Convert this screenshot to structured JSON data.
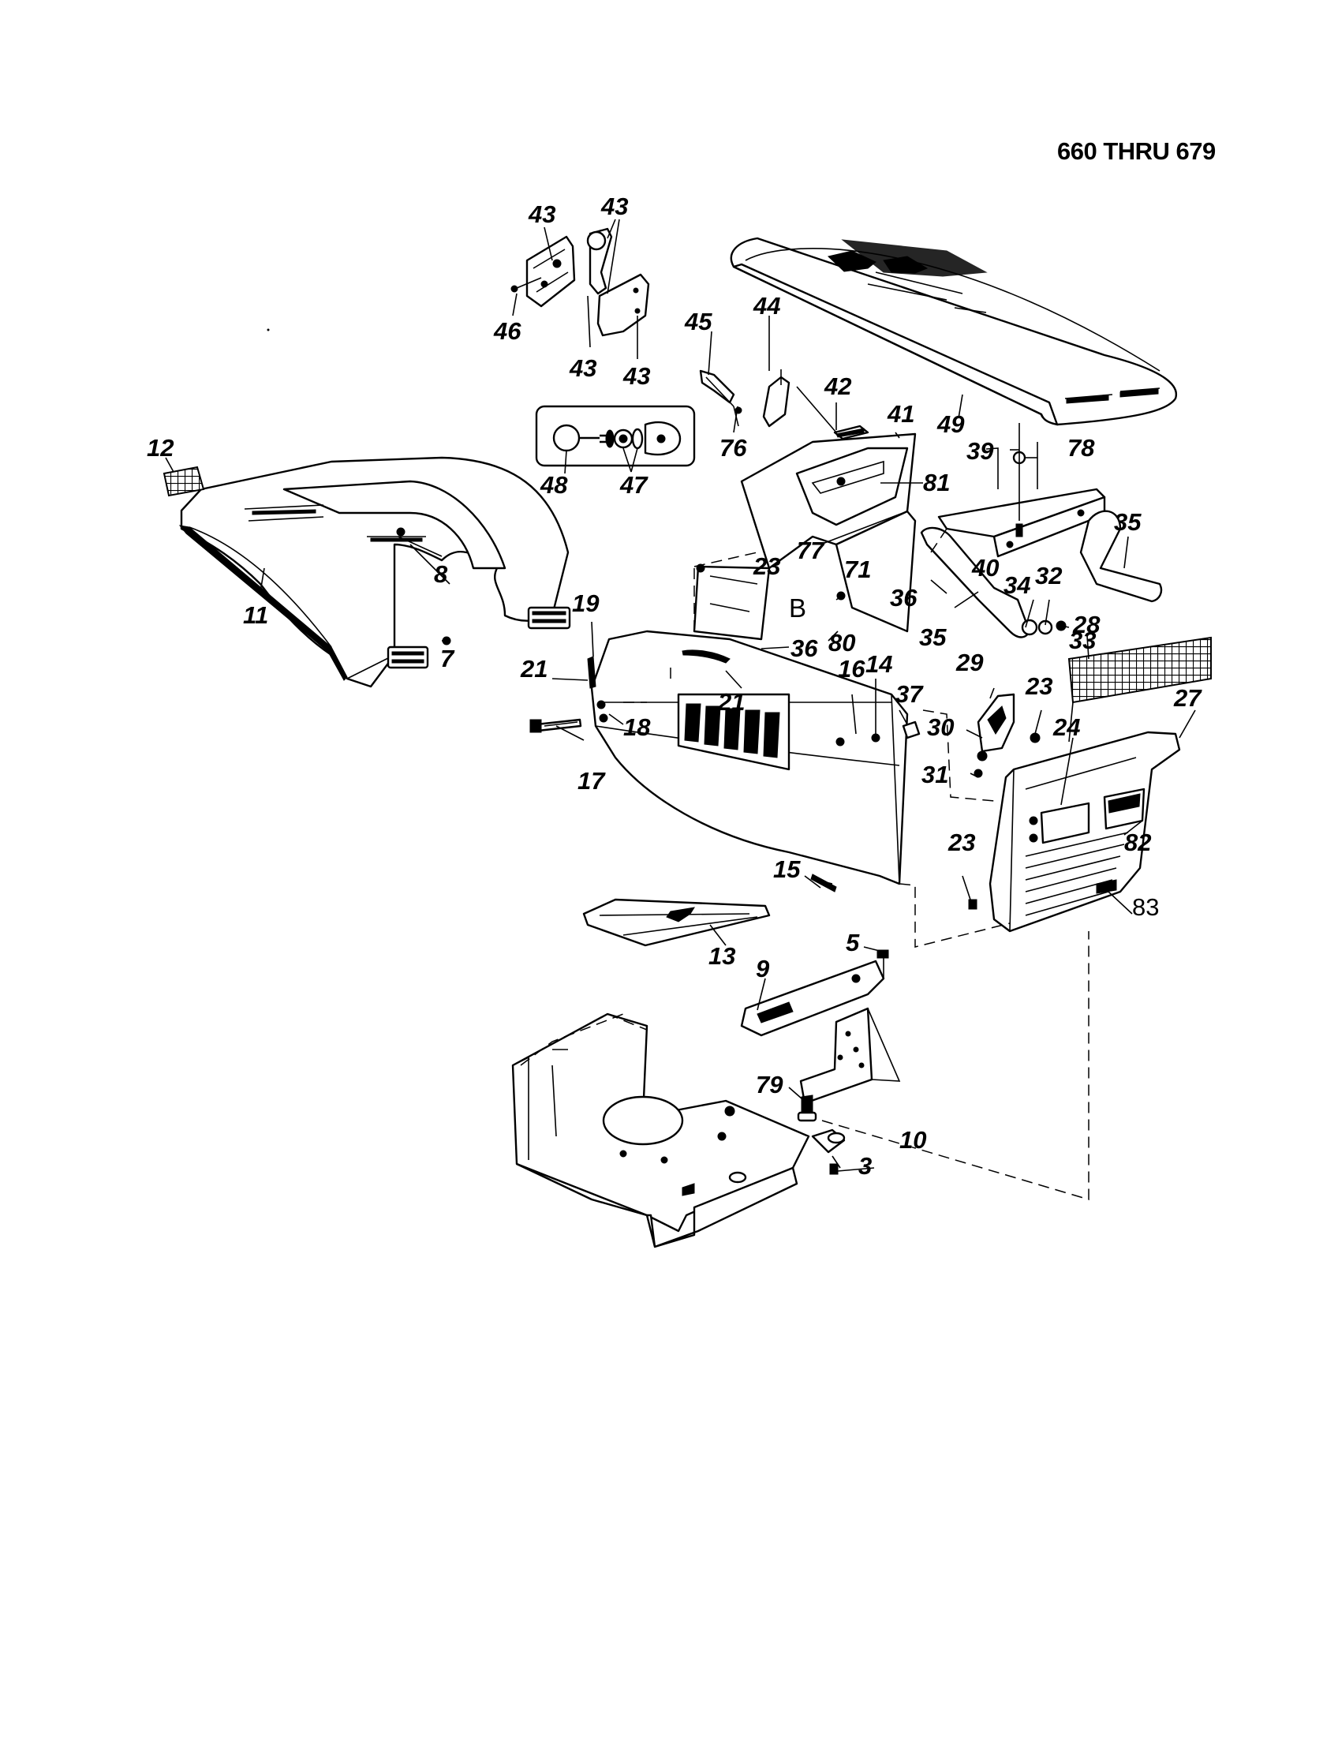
{
  "header": {
    "model_range": "660 THRU 679"
  },
  "inset_marker": "B",
  "callouts": [
    {
      "id": "c43a",
      "text": "43"
    },
    {
      "id": "c43b",
      "text": "43"
    },
    {
      "id": "c43c",
      "text": "43"
    },
    {
      "id": "c43d",
      "text": "43"
    },
    {
      "id": "c46",
      "text": "46"
    },
    {
      "id": "c45",
      "text": "45"
    },
    {
      "id": "c44",
      "text": "44"
    },
    {
      "id": "c42",
      "text": "42"
    },
    {
      "id": "c76",
      "text": "76"
    },
    {
      "id": "c41",
      "text": "41"
    },
    {
      "id": "c49",
      "text": "49"
    },
    {
      "id": "c48",
      "text": "48"
    },
    {
      "id": "c47",
      "text": "47"
    },
    {
      "id": "c12",
      "text": "12"
    },
    {
      "id": "c11",
      "text": "11"
    },
    {
      "id": "c8",
      "text": "8"
    },
    {
      "id": "c7",
      "text": "7"
    },
    {
      "id": "c81",
      "text": "81"
    },
    {
      "id": "c39",
      "text": "39"
    },
    {
      "id": "c78",
      "text": "78"
    },
    {
      "id": "c35a",
      "text": "35"
    },
    {
      "id": "c35b",
      "text": "35"
    },
    {
      "id": "c23a",
      "text": "23"
    },
    {
      "id": "c77",
      "text": "77"
    },
    {
      "id": "c71",
      "text": "71"
    },
    {
      "id": "c40",
      "text": "40"
    },
    {
      "id": "c34",
      "text": "34"
    },
    {
      "id": "c32",
      "text": "32"
    },
    {
      "id": "c33",
      "text": "33"
    },
    {
      "id": "c36a",
      "text": "36"
    },
    {
      "id": "c36b",
      "text": "36"
    },
    {
      "id": "c80",
      "text": "80"
    },
    {
      "id": "c19",
      "text": "19"
    },
    {
      "id": "c21a",
      "text": "21"
    },
    {
      "id": "c21b",
      "text": "21"
    },
    {
      "id": "c16",
      "text": "16"
    },
    {
      "id": "c14",
      "text": "14"
    },
    {
      "id": "c37",
      "text": "37"
    },
    {
      "id": "c28",
      "text": "28"
    },
    {
      "id": "c29",
      "text": "29"
    },
    {
      "id": "c23b",
      "text": "23"
    },
    {
      "id": "c27",
      "text": "27"
    },
    {
      "id": "c18",
      "text": "18"
    },
    {
      "id": "c17",
      "text": "17"
    },
    {
      "id": "c24",
      "text": "24"
    },
    {
      "id": "c30",
      "text": "30"
    },
    {
      "id": "c31",
      "text": "31"
    },
    {
      "id": "c82",
      "text": "82"
    },
    {
      "id": "c23c",
      "text": "23"
    },
    {
      "id": "c15",
      "text": "15"
    },
    {
      "id": "c83",
      "text": "83"
    },
    {
      "id": "c13",
      "text": "13"
    },
    {
      "id": "c5",
      "text": "5"
    },
    {
      "id": "c9",
      "text": "9"
    },
    {
      "id": "c79",
      "text": "79"
    },
    {
      "id": "c10",
      "text": "10"
    },
    {
      "id": "c3",
      "text": "3"
    }
  ]
}
